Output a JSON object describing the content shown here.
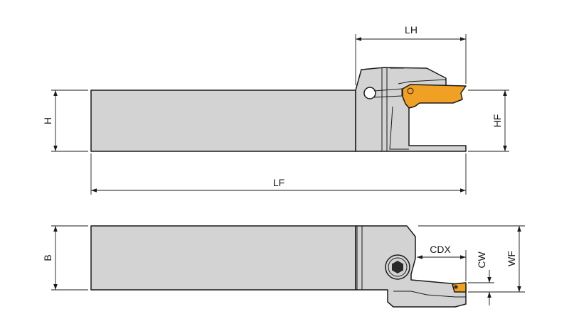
{
  "dimensions": {
    "LH": "LH",
    "H": "H",
    "HF": "HF",
    "LF": "LF",
    "B": "B",
    "CDX": "CDX",
    "CW": "CW",
    "WF": "WF"
  },
  "colors": {
    "body_fill": "#d3d3d3",
    "insert_fill": "#f0a023",
    "line": "#1a1a1a",
    "background": "#ffffff"
  }
}
